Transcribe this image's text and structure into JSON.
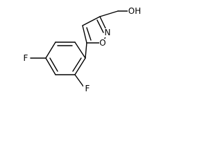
{
  "molecule": {
    "atoms": {
      "hydroxyl": "OH",
      "ring_oxygen": "O",
      "ring_nitrogen": "N",
      "fluorine_para": "F",
      "fluorine_ortho": "F"
    },
    "colors": {
      "bond": "#000000",
      "label": "#000000",
      "background": "#ffffff"
    }
  }
}
